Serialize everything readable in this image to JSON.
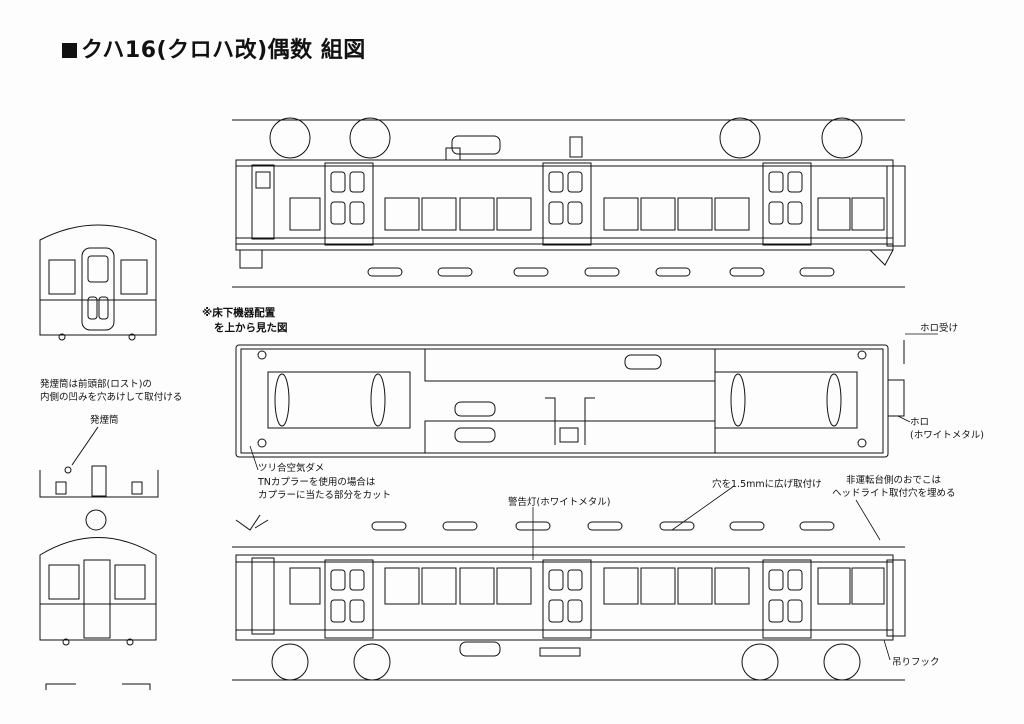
{
  "title": "クハ16(クロハ改)偶数 組図",
  "annotations": {
    "underfloor_line1": "※床下機器配置",
    "underfloor_line2": "を上から見た図",
    "horo_receiver": "ホロ受け",
    "horo_line1": "ホロ",
    "horo_line2": "(ホワイトメタル)",
    "chimney_note_line1": "発煙筒は前頭部(ロスト)の",
    "chimney_note_line2": "内側の凹みを穴あけして取付ける",
    "chimney": "発煙筒",
    "air_tank": "ツリ合空気ダメ",
    "tn_coupler_line1": "TNカプラーを使用の場合は",
    "tn_coupler_line2": "カプラーに当たる部分をカット",
    "warning_light": "警告灯(ホワイトメタル)",
    "hole_note": "穴を1.5mmに広げ取付け",
    "headlight_line1": "非運転台側のおでこは",
    "headlight_line2": "ヘッドライト取付穴を埋める",
    "hook": "吊りフック"
  },
  "colors": {
    "ink": "#111111",
    "paper": "#fdfdfd",
    "shade": "#d8d8d8"
  }
}
